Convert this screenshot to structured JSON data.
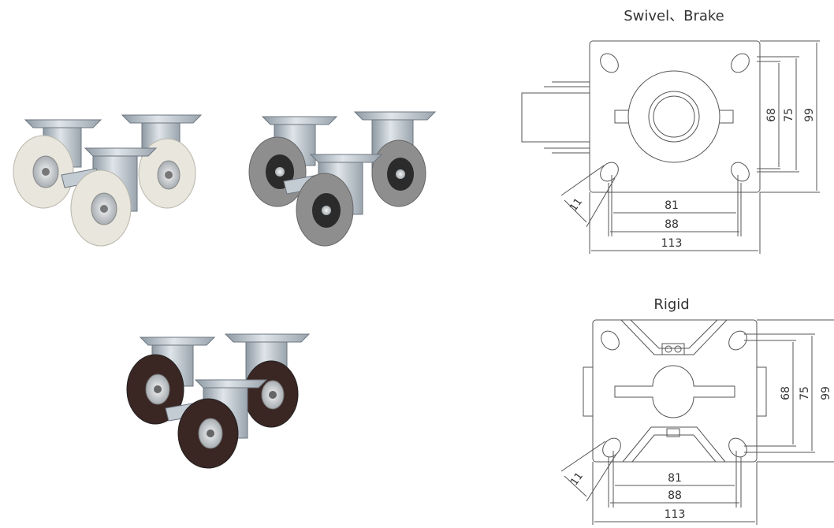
{
  "products": [
    {
      "name": "white-pu-caster-set"
    },
    {
      "name": "grey-rubber-caster-set"
    },
    {
      "name": "black-rubber-caster-set"
    }
  ],
  "drawings": {
    "swivel_brake": {
      "title": "Swivel、Brake",
      "dims": {
        "d68": "68",
        "d75": "75",
        "d99": "99",
        "d81": "81",
        "d88": "88",
        "d113": "113",
        "d11": "11"
      }
    },
    "rigid": {
      "title": "Rigid",
      "dims": {
        "d68": "68",
        "d75": "75",
        "d99": "99",
        "d81": "81",
        "d88": "88",
        "d113": "113",
        "d11": "11"
      }
    }
  },
  "colors": {
    "metal": "#b9c3cc",
    "metal_dark": "#7d8790",
    "white_wheel": "#e8e6dd",
    "grey_wheel": "#8e8e8e",
    "black_wheel": "#3a2623",
    "line": "#555555"
  }
}
